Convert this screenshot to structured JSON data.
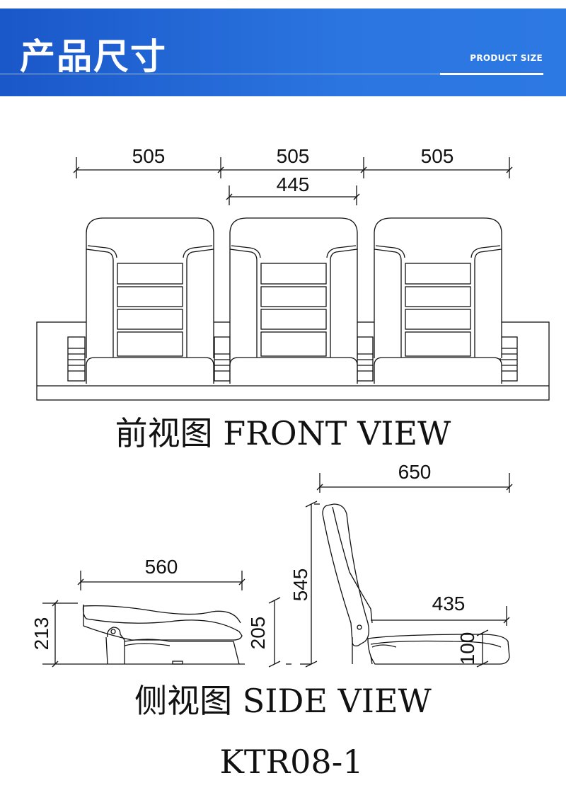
{
  "header": {
    "title": "产品尺寸",
    "subtitle": "PRODUCT SIZE"
  },
  "front_view": {
    "caption": "前视图 FRONT VIEW",
    "dimensions": {
      "seat_pitch_1": "505",
      "seat_pitch_2": "505",
      "seat_pitch_3": "505",
      "seat_width": "445"
    }
  },
  "side_view": {
    "caption": "侧视图 SIDE VIEW",
    "dimensions": {
      "folded_length": "560",
      "folded_height": "213",
      "seat_height_folded": "205",
      "overall_depth": "650",
      "back_height": "545",
      "seat_depth": "435",
      "seat_height": "100"
    }
  },
  "model": "KTR08-1",
  "colors": {
    "banner": "#1f62d4",
    "line": "#111111"
  }
}
